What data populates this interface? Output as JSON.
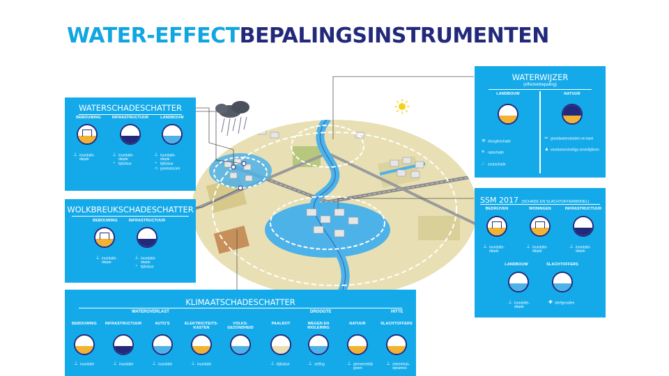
{
  "title": {
    "part1": "WATER-EFFECT",
    "part2": "BEPALINGSINSTRUMENTEN"
  },
  "colors": {
    "panel": "#14aaea",
    "navy": "#23297a",
    "land": "#e8e0b4",
    "water": "#4db2e8",
    "orange": "#f2b233"
  },
  "waterschade": {
    "title": "WATERSCHADESCHATTER",
    "columns": [
      {
        "label": "BEBOUWING",
        "legend": [
          "inundatie-",
          "diepte"
        ]
      },
      {
        "label": "INFRASTRUCTUUR",
        "legend": [
          "inundatie-",
          "diepte",
          "tijdsduur"
        ]
      },
      {
        "label": "LANDBOUW",
        "legend": [
          "inundatie-",
          "diepte",
          "tijdsduur",
          "groeiseizoen"
        ]
      }
    ]
  },
  "wolkbreuk": {
    "title": "WOLKBREUKSCHADESCHATTER",
    "columns": [
      {
        "label": "BEBOUWING",
        "legend": [
          "inundatie-",
          "diepte"
        ]
      },
      {
        "label": "INFRASTRUCTUUR",
        "legend": [
          "inundatie-",
          "diepte",
          "tijdsduur"
        ]
      }
    ]
  },
  "waterwijzer": {
    "title": "WATERWIJZER",
    "subtitle": "(effectenbepaling)",
    "columns": [
      {
        "label": "LANDBOUW",
        "legend": [
          "droogteschade",
          "natschade",
          "zoutschade"
        ]
      },
      {
        "label": "NATUUR",
        "legend": [
          "grondwaterstanden en kwel",
          "voorkomen/veiligs oevertijdkom"
        ]
      }
    ]
  },
  "ssm": {
    "title": "SSM 2017",
    "subtitle": "(SCHADE EN SLACHTOFFERMODEL)",
    "columns": [
      {
        "label": "BEDRIJVEN",
        "legend": [
          "inundatie-",
          "diepte"
        ]
      },
      {
        "label": "WONINGEN",
        "legend": [
          "inundatie-",
          "diepte"
        ]
      },
      {
        "label": "INFRASTRUCTUUR",
        "legend": [
          "inundatie-",
          "diepte"
        ]
      },
      {
        "label": "LANDBOUW",
        "legend": [
          "inundatie-",
          "diepte"
        ]
      },
      {
        "label": "SLACHTOFFERS",
        "legend": [
          "sterfgevallen"
        ]
      }
    ]
  },
  "klimaat": {
    "title": "KLIMAATSCHADESCHATTER",
    "groups": [
      "WATEROVERLAST",
      "DROOGTE",
      "HITTE"
    ],
    "columns": [
      {
        "label": "BEBOUWING",
        "legend": [
          "inundatie"
        ]
      },
      {
        "label": "INFRASTRUCTUUR",
        "legend": [
          "inundatie"
        ]
      },
      {
        "label": "AUTO'S",
        "legend": [
          "inundatie"
        ]
      },
      {
        "label": "ELEKTRICITEITS-\nKASTEN",
        "legend": [
          "inundatie"
        ]
      },
      {
        "label": "VOLKS-\nGEZONDHEID",
        "legend": []
      },
      {
        "label": "PAALROT",
        "legend": [
          "tijdsduur"
        ]
      },
      {
        "label": "WEGEN EN\nRIOLERING",
        "legend": [
          "zetting"
        ]
      },
      {
        "label": "NATUUR",
        "legend": [
          "gemeentelijk",
          "groen"
        ]
      },
      {
        "label": "SLACHTOFFERS",
        "legend": [
          "ziekenhuis-",
          "opnames"
        ]
      }
    ]
  }
}
